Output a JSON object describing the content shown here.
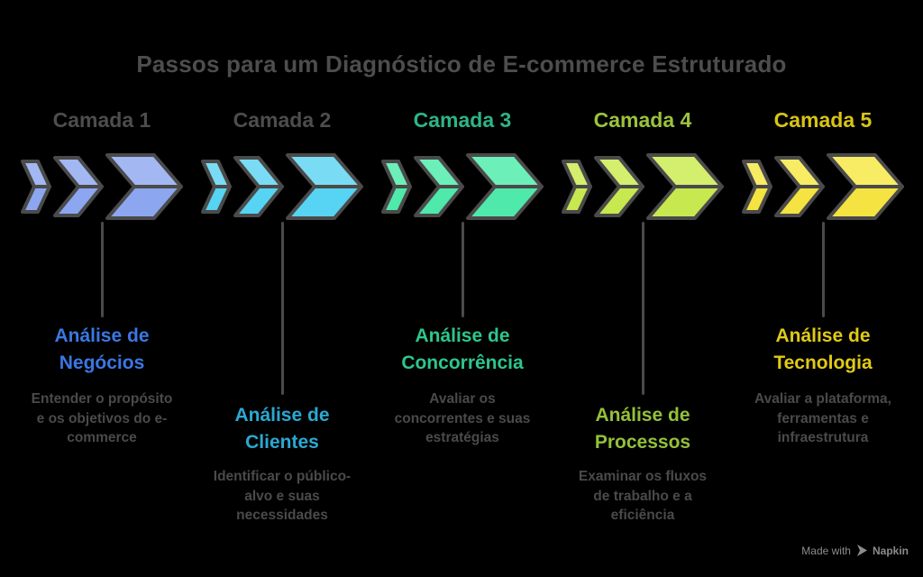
{
  "title": {
    "text": "Passos para um Diagnóstico de E-commerce Estruturado",
    "color": "#4d4d4d"
  },
  "background_color": "#000000",
  "outline_color": "#4a4a4a",
  "connector_color": "#4a4a4a",
  "description_color": "#4a4a4a",
  "columns": [
    {
      "layer_label": "Camada 1",
      "layer_label_color": "#4d4d4d",
      "chevron_top_fill": "#a3b7f3",
      "chevron_bottom_fill": "#8ca6ef",
      "heading": "Análise de\nNegócios",
      "heading_color": "#3b77e3",
      "description": "Entender o propósito\ne os objetivos do e-\ncommerce"
    },
    {
      "layer_label": "Camada 2",
      "layer_label_color": "#4d4d4d",
      "chevron_top_fill": "#79dcf4",
      "chevron_bottom_fill": "#57d3f3",
      "heading": "Análise de\nClientes",
      "heading_color": "#2aa9d2",
      "description": "Identificar o público-\nalvo e suas\nnecessidades"
    },
    {
      "layer_label": "Camada 3",
      "layer_label_color": "#2eb487",
      "chevron_top_fill": "#6cefb9",
      "chevron_bottom_fill": "#4fe9ac",
      "heading": "Análise de\nConcorrência",
      "heading_color": "#2dc68c",
      "description": "Avaliar os\nconcorrentes e suas\nestratégias"
    },
    {
      "layer_label": "Camada 4",
      "layer_label_color": "#9cc23e",
      "chevron_top_fill": "#d4ee6d",
      "chevron_bottom_fill": "#c7e84f",
      "heading": "Análise de\nProcessos",
      "heading_color": "#93c13a",
      "description": "Examinar os fluxos\nde trabalho e a\neficiência"
    },
    {
      "layer_label": "Camada 5",
      "layer_label_color": "#d8c414",
      "chevron_top_fill": "#f8ec64",
      "chevron_bottom_fill": "#f4e340",
      "heading": "Análise de\nTecnologia",
      "heading_color": "#e0ca16",
      "description": "Avaliar a plataforma,\nferramentas e\ninfraestrutura"
    }
  ],
  "footer": {
    "made_with": "Made with",
    "brand": "Napkin",
    "color": "#8c8c8c"
  }
}
